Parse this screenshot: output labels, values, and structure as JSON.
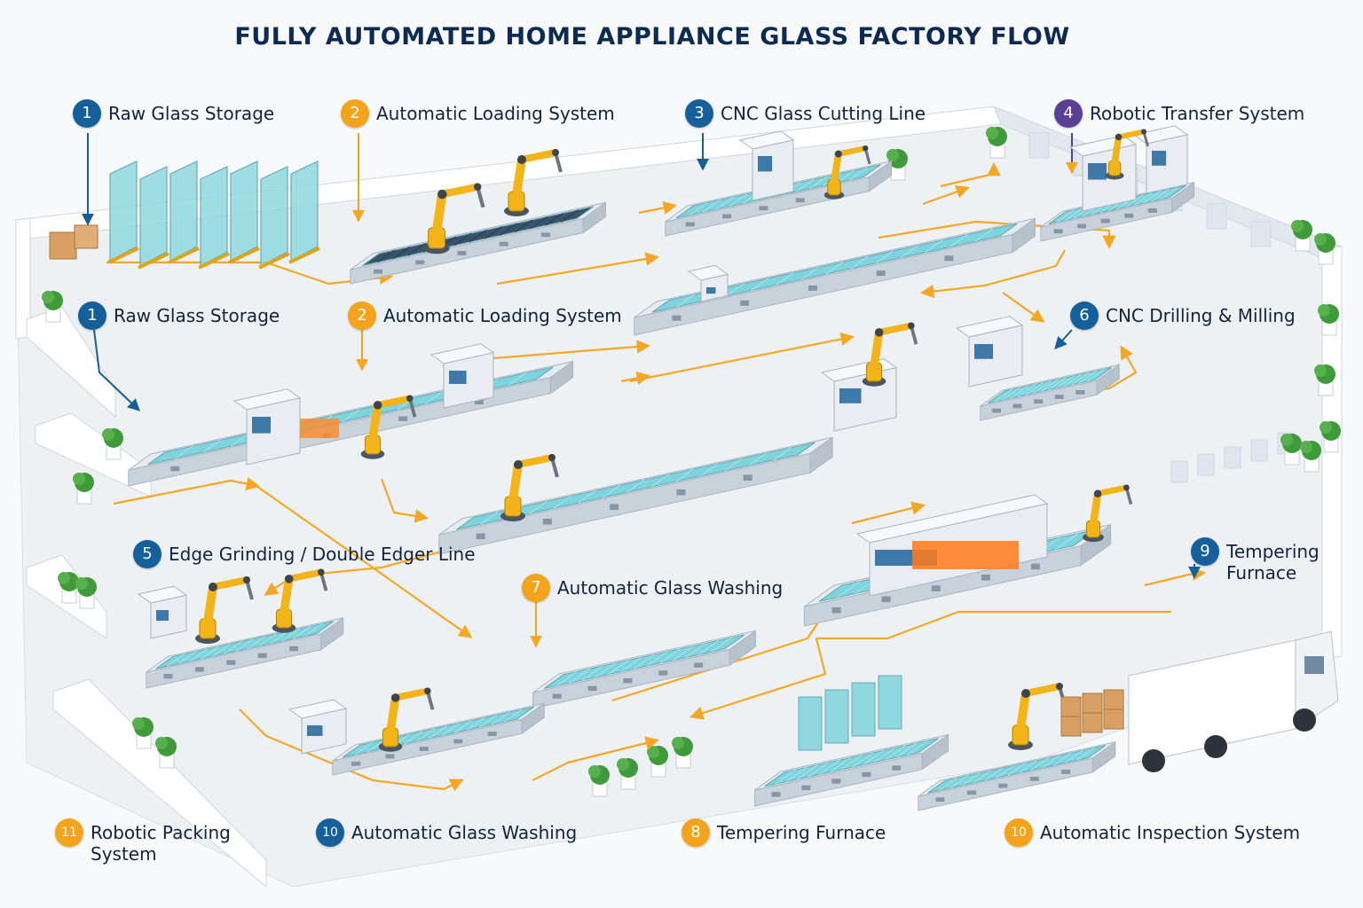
{
  "title": "FULLY AUTOMATED HOME APPLIANCE GLASS FACTORY FLOW",
  "colors": {
    "blue_badge": "#155f9a",
    "orange_badge": "#f5a31a",
    "purple_badge": "#5b3f96",
    "flow_arrow": "#f5a623",
    "robot_arm": "#f2b418",
    "glass": "#7fd3dc",
    "machine": "#e6ebf0",
    "furnace_glow": "#ff7a1a",
    "title_text": "#0d2a52"
  },
  "stations": [
    {
      "number": "1",
      "label": "Raw Glass Storage",
      "color": "blue"
    },
    {
      "number": "2",
      "label": "Automatic Loading System",
      "color": "orange"
    },
    {
      "number": "3",
      "label": "CNC Glass Cutting Line",
      "color": "blue"
    },
    {
      "number": "4",
      "label": "Robotic Transfer System",
      "color": "purple"
    },
    {
      "number": "1",
      "label": "Raw Glass Storage",
      "color": "blue"
    },
    {
      "number": "2",
      "label": "Automatic Loading System",
      "color": "orange"
    },
    {
      "number": "6",
      "label": "CNC Drilling & Milling",
      "color": "blue"
    },
    {
      "number": "5",
      "label": "Edge Grinding / Double Edger Line",
      "color": "blue"
    },
    {
      "number": "7",
      "label": "Automatic Glass Washing",
      "color": "orange"
    },
    {
      "number": "9",
      "label": "Tempering\nFurnace",
      "color": "blue"
    },
    {
      "number": "11",
      "label": "Robotic Packing\nSystem",
      "color": "orange"
    },
    {
      "number": "10",
      "label": "Automatic Glass Washing",
      "color": "blue"
    },
    {
      "number": "8",
      "label": "Tempering Furnace",
      "color": "orange"
    },
    {
      "number": "10",
      "label": "Automatic Inspection System",
      "color": "orange"
    }
  ]
}
